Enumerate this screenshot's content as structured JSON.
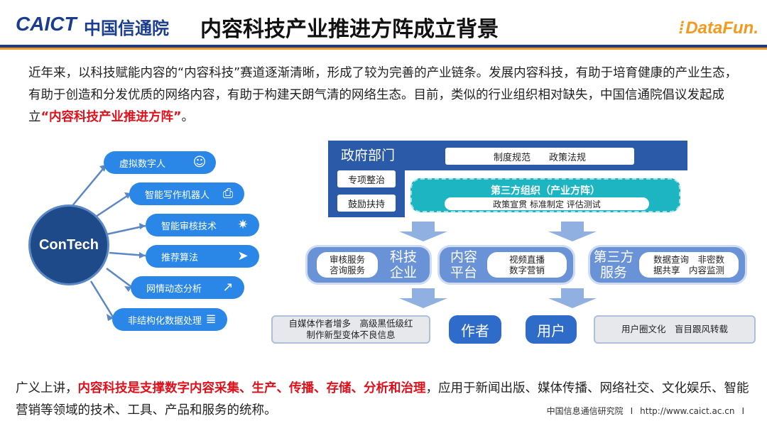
{
  "header": {
    "logo_en": "CAICT",
    "logo_cn": "中国信通院",
    "title": "内容科技产业推进方阵成立背景",
    "datafun": "DataFun."
  },
  "intro": {
    "text_1": "近年来，以科技赋能内容的“内容科技”赛道逐渐清晰，形成了较为完善的产业链条。发展内容科技，有助于培育健康的产业生态，有助于创造和分发优质的网络内容，有助于构建天朗气清的网络生态。目前，类似的行业组织相对缺失，中国信通院倡议发起成立",
    "highlight": "“内容科技产业推进方阵”",
    "text_2": "。"
  },
  "contech": {
    "center": "ConTech",
    "items": [
      {
        "label": "虚拟数字人",
        "icon": "head-brain-icon"
      },
      {
        "label": "智能写作机器人",
        "icon": "printer-icon"
      },
      {
        "label": "智能审核技术",
        "icon": "alarm-icon"
      },
      {
        "label": "推荐算法",
        "icon": "paper-plane-icon"
      },
      {
        "label": "网情动态分析",
        "icon": "trend-chart-icon"
      },
      {
        "label": "非结构化数据处理",
        "icon": "database-icon"
      }
    ]
  },
  "diagram": {
    "gov_title": "政府部门",
    "gov_policy_1": "制度规范",
    "gov_policy_2": "政策法规",
    "gov_item_1": "专项整治",
    "gov_item_2": "鼓励扶持",
    "third_org_title": "第三方组织（产业方阵）",
    "third_org_sub": "政策宣贯  标准制定  评估测试",
    "tech_company": {
      "services_1": "审核服务",
      "services_2": "咨询服务",
      "name_1": "科技",
      "name_2": "企业"
    },
    "content_platform": {
      "name_1": "内容",
      "name_2": "平台",
      "services_1": "视频直播",
      "services_2": "数字营销"
    },
    "third_service": {
      "name_1": "第三方",
      "name_2": "服务",
      "services_1": "数据查询　非密数",
      "services_2": "据共享　内容监测"
    },
    "bottom_left_1": "自媒体作者增多　高级黑低级红",
    "bottom_left_2": "制作新型变体不良信息",
    "author": "作者",
    "user": "用户",
    "bottom_right": "用户圈文化　盲目跟风转载"
  },
  "conclusion": {
    "text_1": "广义上讲，",
    "highlight": "内容科技是支撑数字内容采集、生产、传播、存储、分析和治理",
    "text_2": "，应用于新闻出版、媒体传播、网络社交、文化娱乐、智能营销等领域的技术、工具、产品和服务的统称。"
  },
  "footer": {
    "org": "中国信息通信研究院",
    "sep": "I",
    "url": "http://www.caict.ac.cn",
    "sep2": "I"
  },
  "colors": {
    "brand_blue": "#1a3d8f",
    "accent_orange": "#f39a1e",
    "highlight_red": "#e0101b",
    "pill_blue": "#2a87e8",
    "teal": "#1db5c2"
  }
}
